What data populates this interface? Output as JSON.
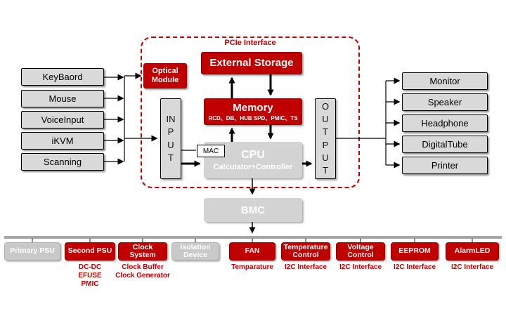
{
  "left_devices": [
    "KeyBaord",
    "Mouse",
    "VoiceInput",
    "iKVM",
    "Scanning"
  ],
  "right_devices": [
    "Monitor",
    "Speaker",
    "Headphone",
    "DigitalTube",
    "Printer"
  ],
  "core": {
    "pcie_label": "PCIe Interface",
    "optical_module_label": "Optical Module",
    "external_storage_label": "External Storage",
    "memory_title": "Memory",
    "memory_subtitle": "RCD、DB、HUB SPD、PMIC、TS",
    "input_label": "INPUT",
    "mac_label": "MAC",
    "cpu_title": "CPU",
    "cpu_subtitle": "Calculator+Controller",
    "output_label": "OUTPUT"
  },
  "bmc_label": "BMC",
  "bottom_modules": [
    {
      "label": "Primary PSU",
      "sub": ""
    },
    {
      "label": "Second PSU",
      "sub": "DC-DC\nEFUSE\nPMIC"
    },
    {
      "label": "Clock System",
      "sub": "Clock Buffer\nClock Generator"
    },
    {
      "label": "Isolation Device",
      "sub": ""
    },
    {
      "label": "FAN",
      "sub": "Temparature"
    },
    {
      "label": "Temperature Control",
      "sub": "I2C Interface"
    },
    {
      "label": "Voltage Control",
      "sub": "I2C Interface"
    },
    {
      "label": "EEPROM",
      "sub": "I2C Interface"
    },
    {
      "label": "AlarmLED",
      "sub": "I2C Interface"
    }
  ],
  "colors": {
    "accent_red": "#C00000",
    "box_gray": "#D9D9D9",
    "muted_gray": "#C9C9C9",
    "bus_gray": "#A6A6A6"
  }
}
